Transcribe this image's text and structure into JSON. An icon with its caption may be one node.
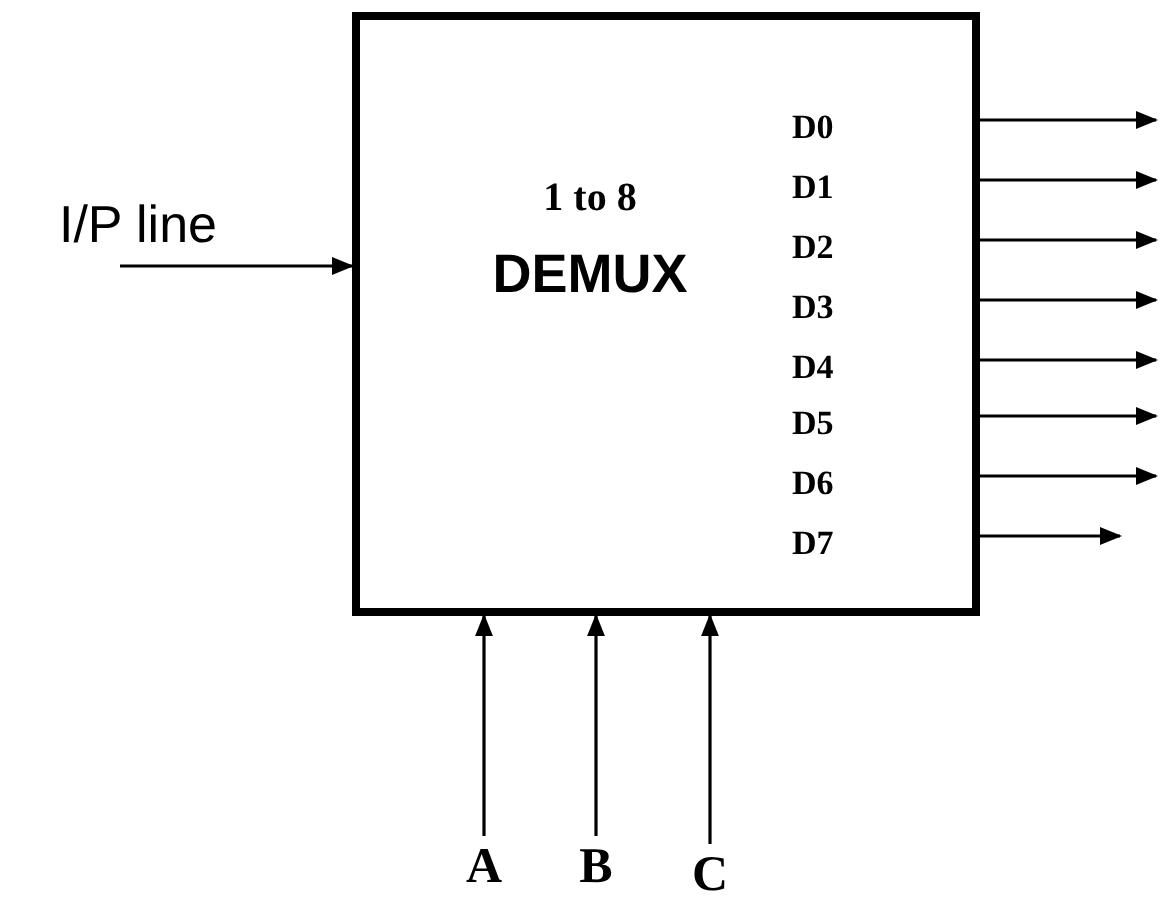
{
  "diagram": {
    "nodes": [
      {
        "text": [
          "1 to 8",
          "DEMUX"
        ]
      },
      {
        "text": [
          "I/P line"
        ]
      },
      {
        "text": [
          "A"
        ]
      },
      {
        "text": [
          "B"
        ]
      },
      {
        "text": [
          "C"
        ]
      }
    ],
    "edges": [
      {
        "from": 1,
        "to": 0,
        "arrow": "to"
      },
      {
        "from": 2,
        "to": 0,
        "arrow": "to"
      },
      {
        "from": 3,
        "to": 0,
        "arrow": "to"
      },
      {
        "from": 4,
        "to": 0,
        "arrow": "to"
      },
      {
        "from": 0,
        "to": null,
        "arrow": "to"
      },
      {
        "from": 0,
        "to": null,
        "arrow": "to"
      },
      {
        "from": 0,
        "to": null,
        "arrow": "to"
      },
      {
        "from": 0,
        "to": null,
        "arrow": "to"
      },
      {
        "from": 0,
        "to": null,
        "arrow": "to"
      },
      {
        "from": 0,
        "to": null,
        "arrow": "to"
      },
      {
        "from": 0,
        "to": null,
        "arrow": "to"
      },
      {
        "from": 0,
        "to": null,
        "arrow": "to"
      }
    ],
    "labels": [
      "D0",
      "D1",
      "D2",
      "D3",
      "D4",
      "D5",
      "D6",
      "D7"
    ]
  }
}
